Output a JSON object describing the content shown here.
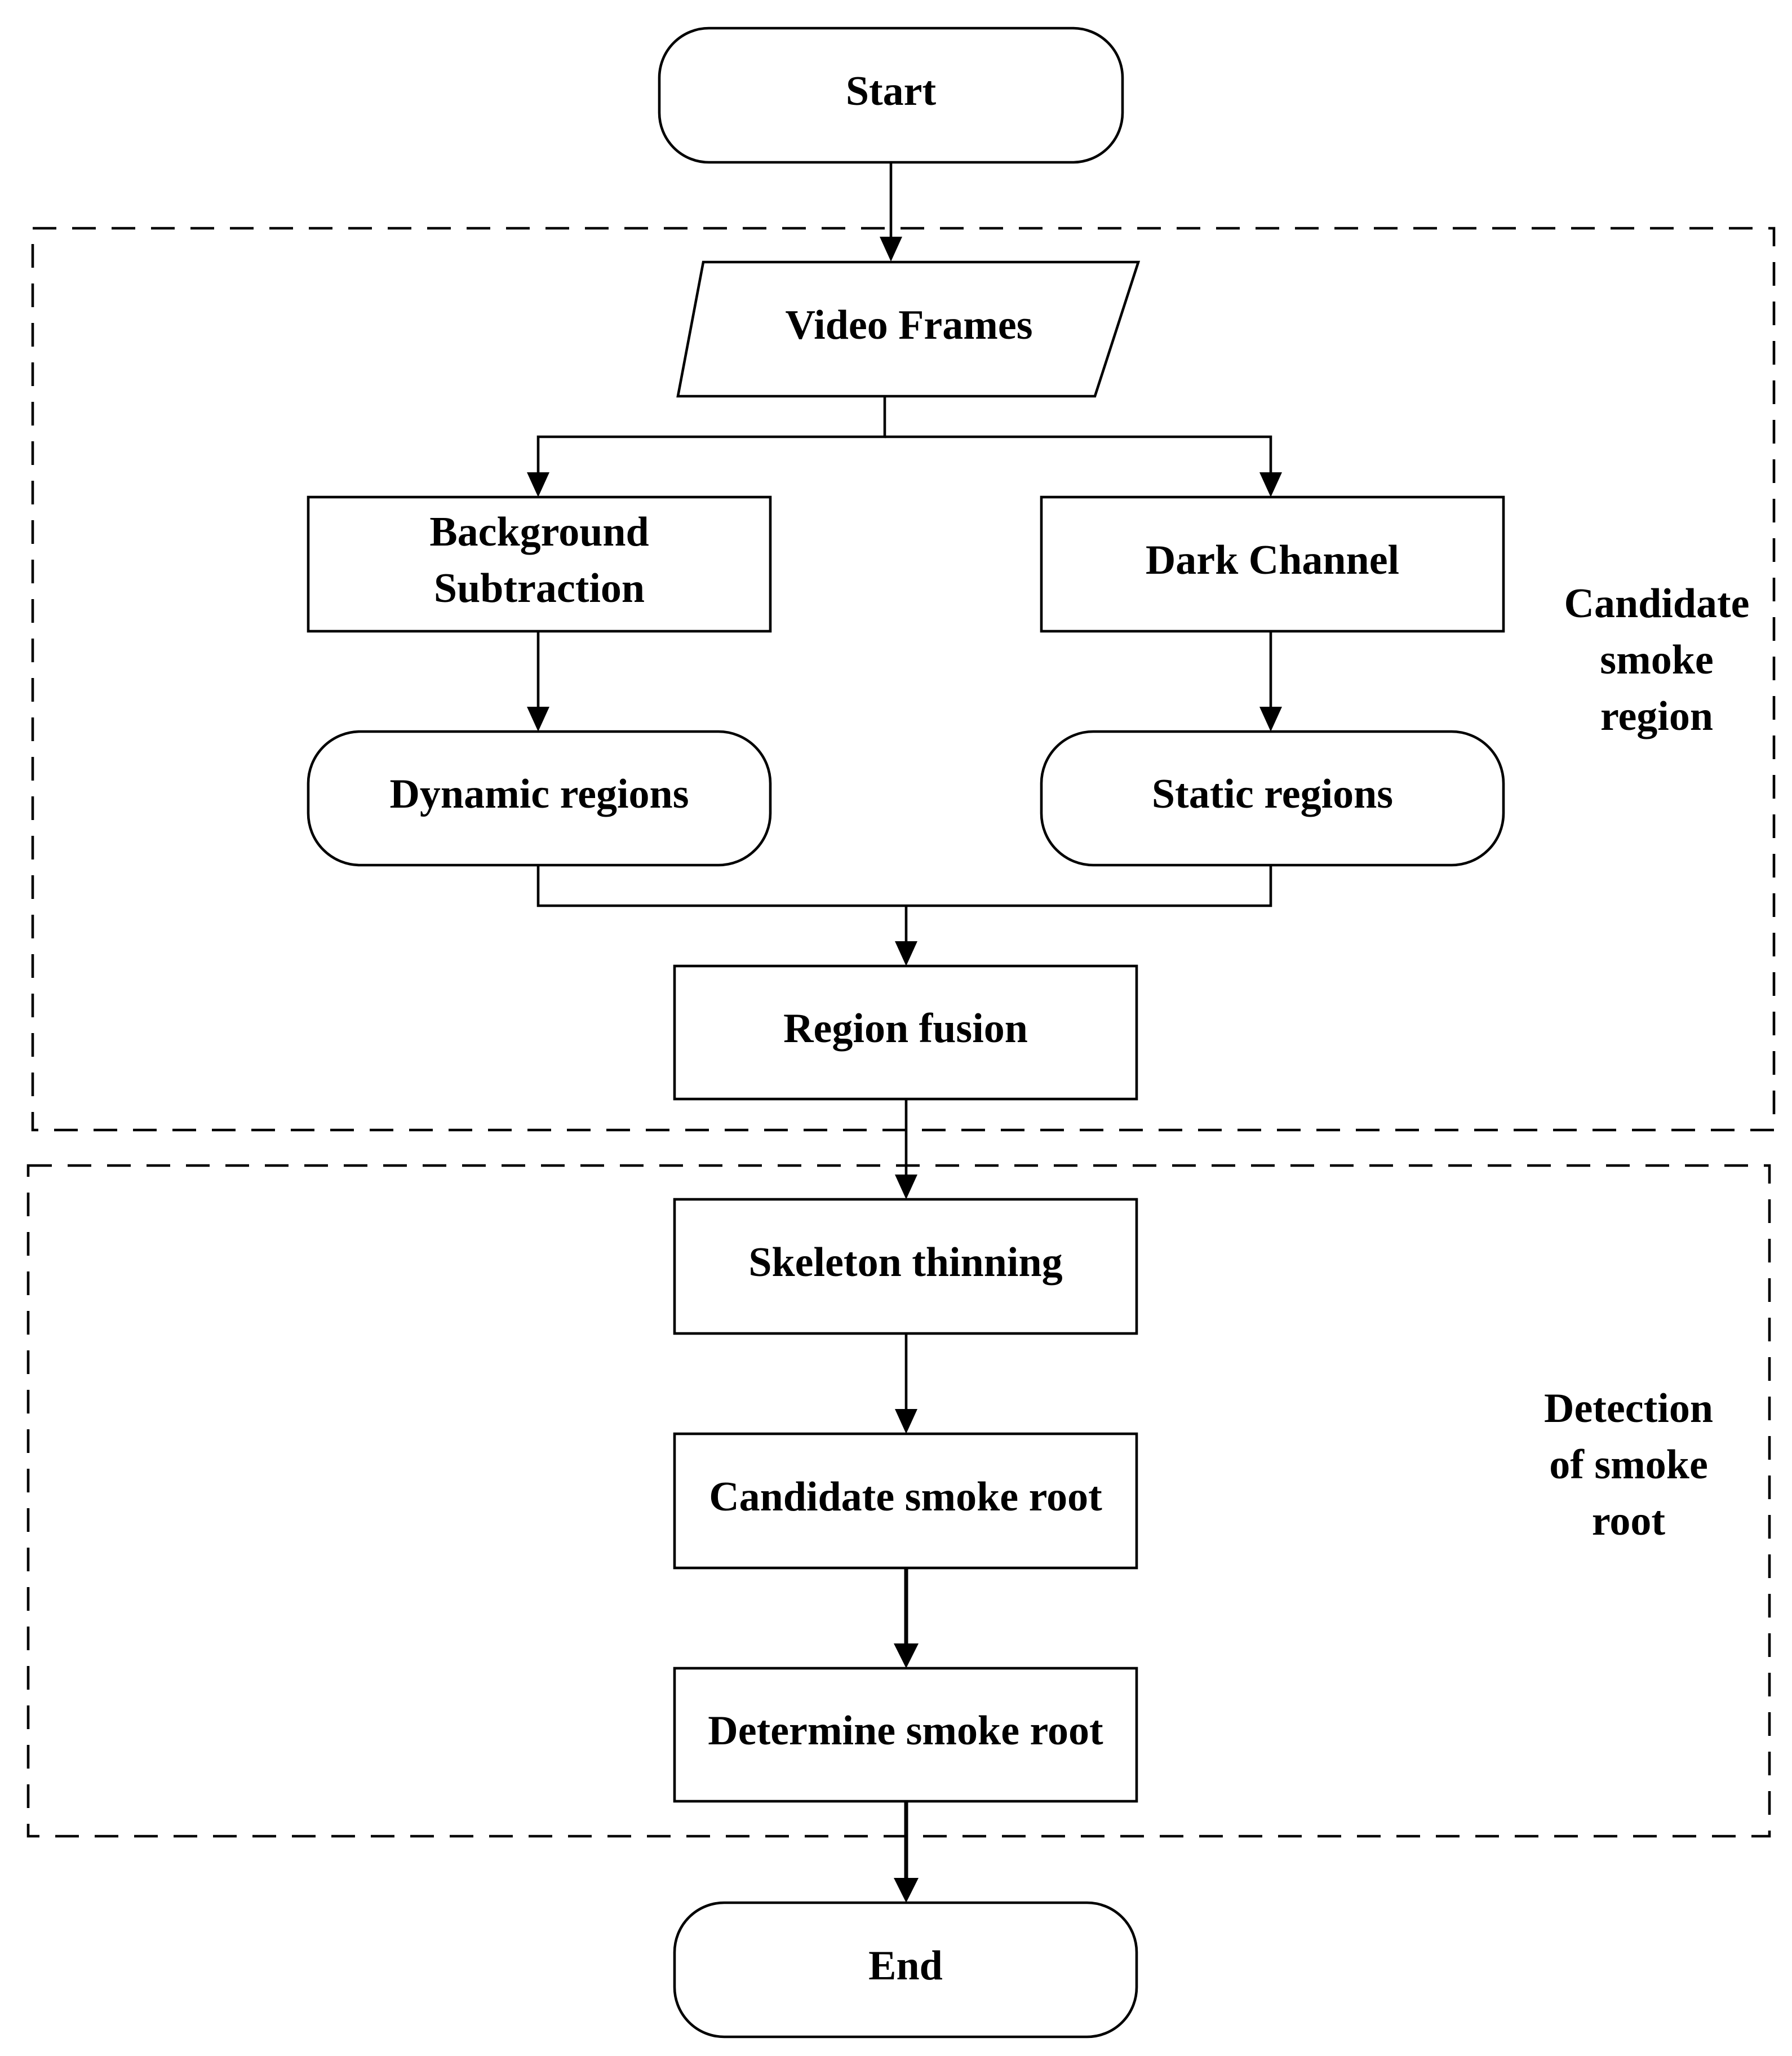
{
  "nodes": {
    "start": "Start",
    "video_frames": "Video Frames",
    "background_subtraction": [
      "Background",
      "Subtraction"
    ],
    "dark_channel": "Dark Channel",
    "dynamic_regions": "Dynamic regions",
    "static_regions": "Static regions",
    "region_fusion": "Region fusion",
    "skeleton_thinning": "Skeleton thinning",
    "candidate_smoke_root": "Candidate smoke root",
    "determine_smoke_root": "Determine smoke root",
    "end": "End"
  },
  "groups": {
    "candidate_region": [
      "Candidate",
      "smoke",
      "region"
    ],
    "detection_root": [
      "Detection",
      "of smoke",
      "root"
    ]
  },
  "colors": {
    "line": "#000000",
    "fill": "#ffffff"
  }
}
